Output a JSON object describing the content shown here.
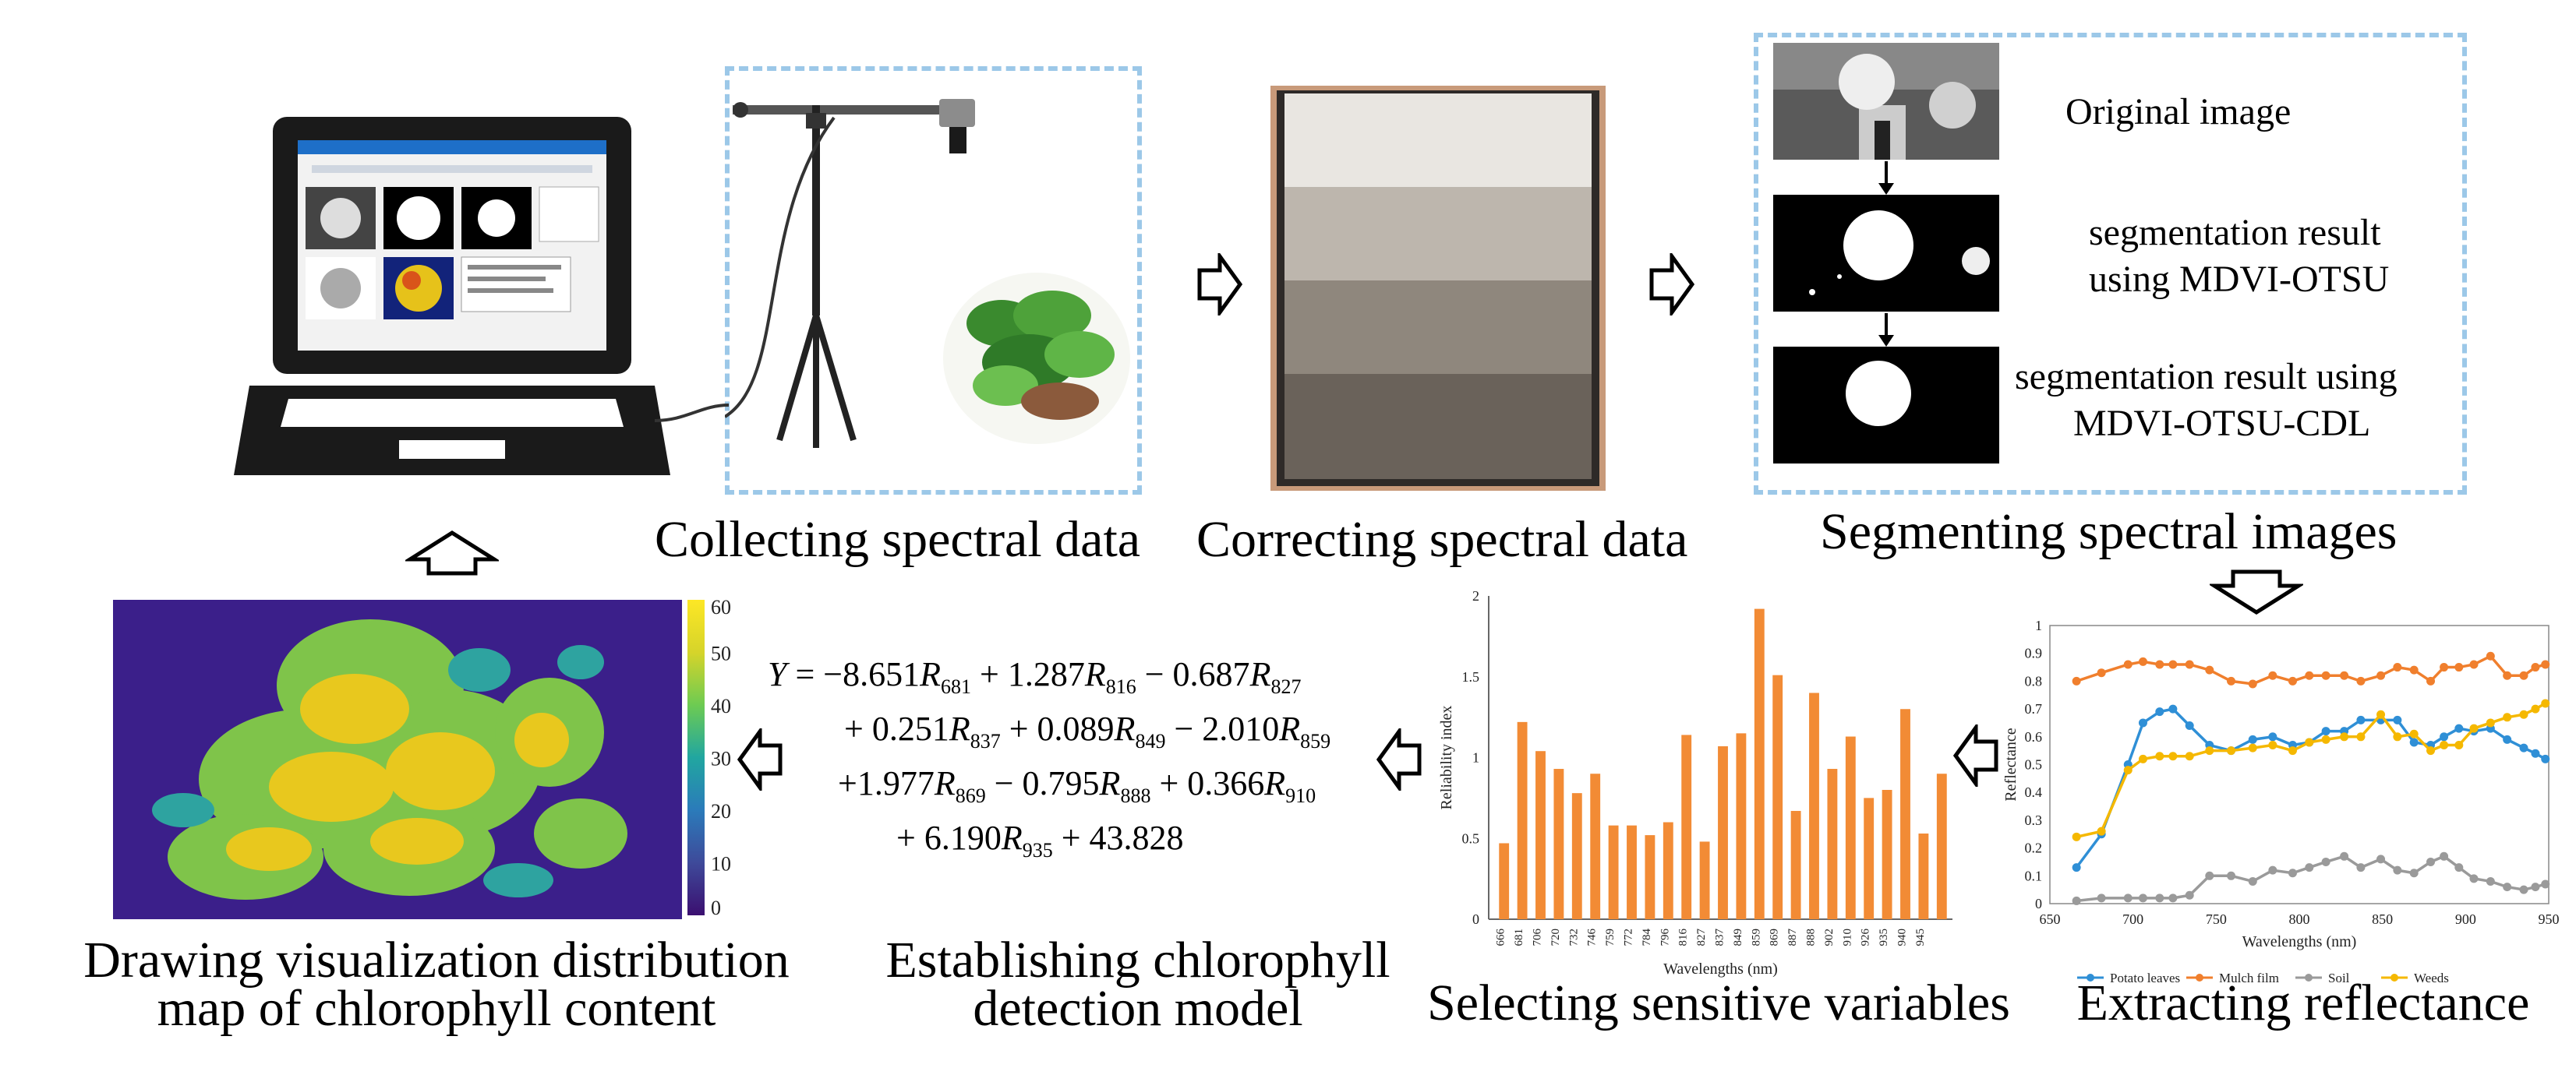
{
  "stages": {
    "collecting": "Collecting spectral data",
    "correcting": "Correcting spectral data",
    "segmenting": "Segmenting spectral images",
    "extracting": "Extracting reflectance",
    "selecting": "Selecting sensitive variables",
    "establishing_line1": "Establishing chlorophyll",
    "establishing_line2": "detection model",
    "drawing_line1": "Drawing visualization distribution",
    "drawing_line2": "map of chlorophyll content"
  },
  "segmentation": {
    "original": "Original image",
    "mdvi_otsu_line1": "segmentation result",
    "mdvi_otsu_line2": "using MDVI-OTSU",
    "cdl_line1": "segmentation result using",
    "cdl_line2": "MDVI-OTSU-CDL"
  },
  "equation": {
    "line1": "Y = −8.651R681 + 1.287R816 − 0.687R827",
    "line2": "+ 0.251R837 + 0.089R849 − 2.010R859",
    "line3": "+ 1.977R869 − 0.795R888 + 0.366R910",
    "line4": "+ 6.190R935 + 43.828"
  },
  "colorbar": {
    "ticks": [
      "0",
      "10",
      "20",
      "30",
      "40",
      "50",
      "60"
    ],
    "colors": [
      "#3b0f70",
      "#3e4a9a",
      "#2b7bba",
      "#21a6a0",
      "#6dcb52",
      "#d6d42a",
      "#fde725"
    ]
  },
  "chart_data": [
    {
      "type": "bar",
      "xlabel": "Wavelengths (nm)",
      "ylabel": "Reliability index",
      "ylim": [
        0,
        2
      ],
      "yticks": [
        "0",
        "0.5",
        "1",
        "1.5",
        "2"
      ],
      "bar_color": "#f28b35",
      "categories": [
        "666",
        "681",
        "706",
        "720",
        "732",
        "746",
        "759",
        "772",
        "784",
        "796",
        "816",
        "827",
        "837",
        "849",
        "859",
        "869",
        "887",
        "888",
        "902",
        "910",
        "926",
        "935",
        "940",
        "945"
      ],
      "values": [
        0.47,
        1.22,
        1.04,
        0.93,
        0.78,
        0.9,
        0.58,
        0.58,
        0.52,
        0.6,
        1.14,
        0.48,
        1.07,
        1.15,
        1.92,
        1.51,
        0.67,
        1.4,
        0.93,
        1.13,
        0.75,
        0.8,
        1.3,
        0.53,
        0.9
      ]
    },
    {
      "type": "line",
      "xlabel": "Wavelengths (nm)",
      "ylabel": "Reflectance",
      "xlim": [
        650,
        950
      ],
      "ylim": [
        0,
        1
      ],
      "xticks": [
        "650",
        "700",
        "750",
        "800",
        "850",
        "900",
        "950"
      ],
      "yticks": [
        "0",
        "0.1",
        "0.2",
        "0.3",
        "0.4",
        "0.5",
        "0.6",
        "0.7",
        "0.8",
        "0.9",
        "1"
      ],
      "legend_position": "bottom",
      "series": [
        {
          "name": "Potato leaves",
          "color": "#2f8fd6",
          "points": [
            [
              666,
              0.13
            ],
            [
              681,
              0.25
            ],
            [
              697,
              0.5
            ],
            [
              706,
              0.65
            ],
            [
              716,
              0.69
            ],
            [
              724,
              0.7
            ],
            [
              734,
              0.64
            ],
            [
              746,
              0.57
            ],
            [
              759,
              0.55
            ],
            [
              772,
              0.59
            ],
            [
              784,
              0.6
            ],
            [
              796,
              0.57
            ],
            [
              806,
              0.58
            ],
            [
              816,
              0.62
            ],
            [
              827,
              0.62
            ],
            [
              837,
              0.66
            ],
            [
              849,
              0.66
            ],
            [
              859,
              0.66
            ],
            [
              869,
              0.58
            ],
            [
              879,
              0.57
            ],
            [
              887,
              0.6
            ],
            [
              896,
              0.63
            ],
            [
              905,
              0.62
            ],
            [
              915,
              0.63
            ],
            [
              925,
              0.59
            ],
            [
              935,
              0.56
            ],
            [
              942,
              0.54
            ],
            [
              948,
              0.52
            ]
          ]
        },
        {
          "name": "Mulch film",
          "color": "#f07f2d",
          "points": [
            [
              666,
              0.8
            ],
            [
              681,
              0.83
            ],
            [
              697,
              0.86
            ],
            [
              706,
              0.87
            ],
            [
              716,
              0.86
            ],
            [
              724,
              0.86
            ],
            [
              734,
              0.86
            ],
            [
              746,
              0.84
            ],
            [
              759,
              0.8
            ],
            [
              772,
              0.79
            ],
            [
              784,
              0.82
            ],
            [
              796,
              0.8
            ],
            [
              806,
              0.82
            ],
            [
              816,
              0.82
            ],
            [
              827,
              0.82
            ],
            [
              837,
              0.8
            ],
            [
              849,
              0.82
            ],
            [
              859,
              0.85
            ],
            [
              869,
              0.84
            ],
            [
              879,
              0.8
            ],
            [
              887,
              0.85
            ],
            [
              896,
              0.85
            ],
            [
              905,
              0.86
            ],
            [
              915,
              0.89
            ],
            [
              925,
              0.82
            ],
            [
              935,
              0.82
            ],
            [
              942,
              0.85
            ],
            [
              948,
              0.86
            ]
          ]
        },
        {
          "name": "Soil",
          "color": "#9a9a9a",
          "points": [
            [
              666,
              0.01
            ],
            [
              681,
              0.02
            ],
            [
              697,
              0.02
            ],
            [
              706,
              0.02
            ],
            [
              716,
              0.02
            ],
            [
              724,
              0.02
            ],
            [
              734,
              0.03
            ],
            [
              746,
              0.1
            ],
            [
              759,
              0.1
            ],
            [
              772,
              0.08
            ],
            [
              784,
              0.12
            ],
            [
              796,
              0.11
            ],
            [
              806,
              0.13
            ],
            [
              816,
              0.15
            ],
            [
              827,
              0.17
            ],
            [
              837,
              0.13
            ],
            [
              849,
              0.16
            ],
            [
              859,
              0.12
            ],
            [
              869,
              0.11
            ],
            [
              879,
              0.15
            ],
            [
              887,
              0.17
            ],
            [
              896,
              0.13
            ],
            [
              905,
              0.09
            ],
            [
              915,
              0.08
            ],
            [
              925,
              0.06
            ],
            [
              935,
              0.05
            ],
            [
              942,
              0.06
            ],
            [
              948,
              0.07
            ]
          ]
        },
        {
          "name": "Weeds",
          "color": "#f5b800",
          "points": [
            [
              666,
              0.24
            ],
            [
              681,
              0.26
            ],
            [
              697,
              0.48
            ],
            [
              706,
              0.52
            ],
            [
              716,
              0.53
            ],
            [
              724,
              0.53
            ],
            [
              734,
              0.53
            ],
            [
              746,
              0.55
            ],
            [
              759,
              0.55
            ],
            [
              772,
              0.56
            ],
            [
              784,
              0.57
            ],
            [
              796,
              0.55
            ],
            [
              806,
              0.58
            ],
            [
              816,
              0.59
            ],
            [
              827,
              0.6
            ],
            [
              837,
              0.6
            ],
            [
              849,
              0.68
            ],
            [
              859,
              0.6
            ],
            [
              869,
              0.61
            ],
            [
              879,
              0.55
            ],
            [
              887,
              0.57
            ],
            [
              896,
              0.57
            ],
            [
              905,
              0.63
            ],
            [
              915,
              0.65
            ],
            [
              925,
              0.67
            ],
            [
              935,
              0.68
            ],
            [
              942,
              0.7
            ],
            [
              948,
              0.72
            ]
          ]
        }
      ]
    }
  ]
}
